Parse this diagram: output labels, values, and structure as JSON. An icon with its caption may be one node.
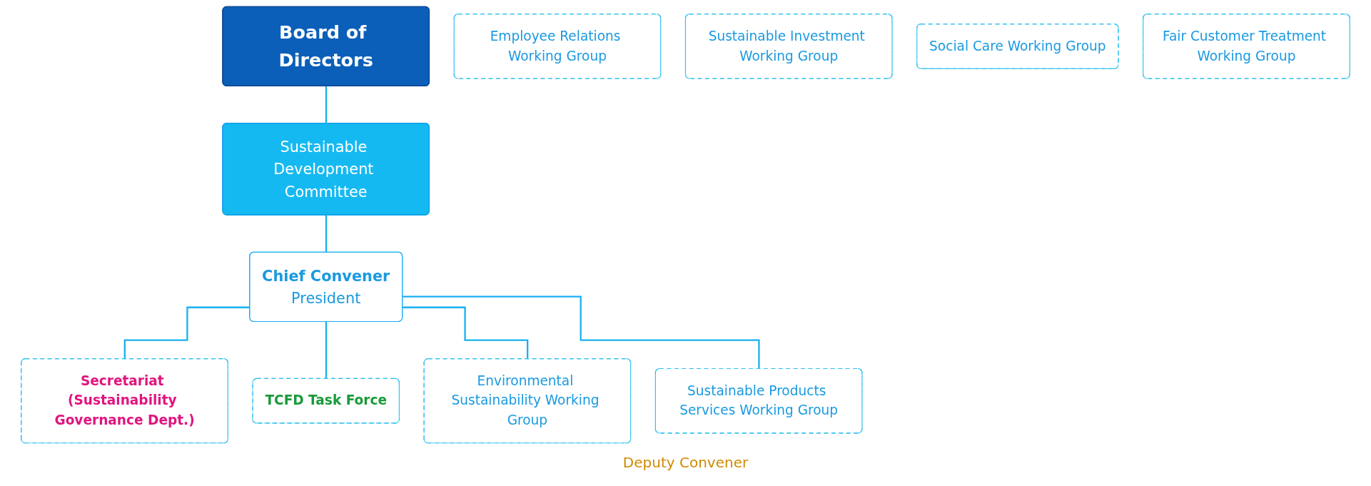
{
  "diagram": {
    "nodes": [
      {
        "text": [
          "Board of Directors"
        ]
      },
      {
        "text": [
          "Sustainable Development Committee"
        ]
      },
      {
        "text": [
          "Chief Convener",
          "President"
        ]
      },
      {
        "text": [
          "Secretariat (Sustainability Governance Dept.)"
        ]
      },
      {
        "text": [
          "TCFD Task Force"
        ]
      },
      {
        "text": [
          "Environmental Sustainability Working Group"
        ]
      },
      {
        "text": [
          "Employee Relations Working Group"
        ]
      },
      {
        "text": [
          "Sustainable Investment Working Group"
        ]
      },
      {
        "text": [
          "Social Care Working Group"
        ]
      },
      {
        "text": [
          "Fair Customer Treatment Working Group"
        ]
      },
      {
        "text": [
          "Sustainable Products Services Working Group"
        ]
      }
    ],
    "edges": [
      {
        "from": 0,
        "to": 1,
        "arrow": "none"
      },
      {
        "from": 1,
        "to": 2,
        "arrow": "none"
      },
      {
        "from": 2,
        "to": 3,
        "arrow": "none"
      },
      {
        "from": 2,
        "to": 4,
        "arrow": "none"
      },
      {
        "from": 2,
        "to": 5,
        "arrow": "none"
      },
      {
        "from": 2,
        "to": 10,
        "arrow": "none"
      }
    ],
    "labels": [
      "Deputy Convener"
    ]
  }
}
